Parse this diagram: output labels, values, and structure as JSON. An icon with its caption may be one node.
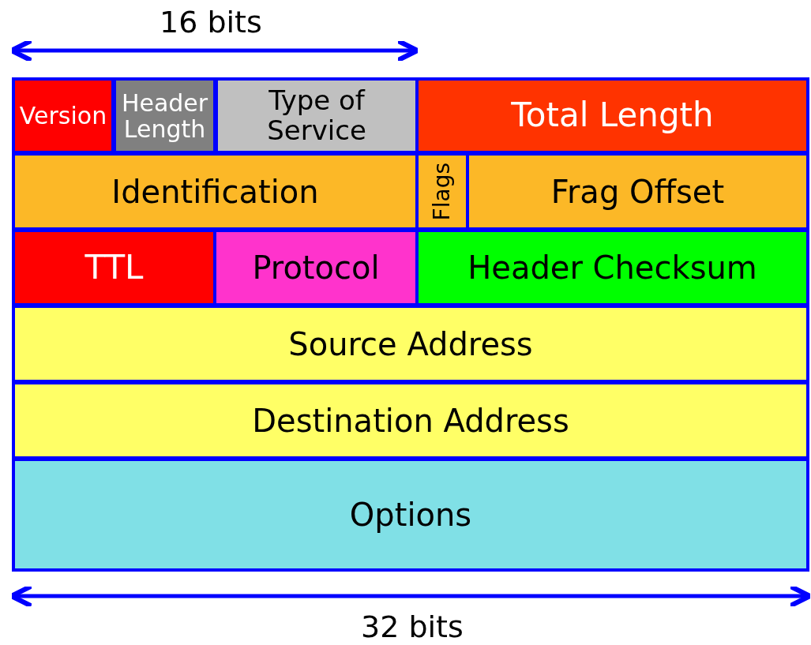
{
  "diagram": {
    "nodes": [
      {
        "text": [
          "Version"
        ]
      },
      {
        "text": [
          "Header Length"
        ]
      },
      {
        "text": [
          "Type of Service"
        ]
      },
      {
        "text": [
          "Total Length"
        ]
      },
      {
        "text": [
          "Identification"
        ]
      },
      {
        "text": [
          "Flags"
        ]
      },
      {
        "text": [
          "Frag Offset"
        ]
      },
      {
        "text": [
          "TTL"
        ]
      },
      {
        "text": [
          "Protocol"
        ]
      },
      {
        "text": [
          "Header Checksum"
        ]
      },
      {
        "text": [
          "Source Address"
        ]
      },
      {
        "text": [
          "Destination Address"
        ]
      },
      {
        "text": [
          "Options"
        ]
      }
    ],
    "edges": [],
    "labels": [
      "16 bits",
      "32 bits"
    ]
  }
}
